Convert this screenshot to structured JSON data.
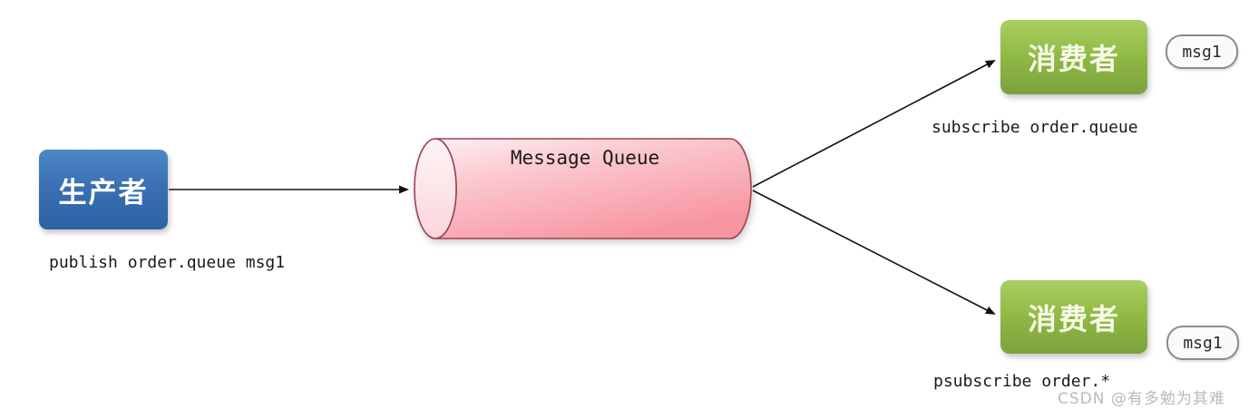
{
  "nodes": {
    "producer": {
      "label": "生产者",
      "caption": "publish order.queue msg1"
    },
    "queue": {
      "label": "Message Queue"
    },
    "consumer_top": {
      "label": "消费者",
      "badge": "msg1",
      "caption": "subscribe order.queue"
    },
    "consumer_bottom": {
      "label": "消费者",
      "badge": "msg1",
      "caption": "psubscribe order.*"
    }
  },
  "edges": [
    {
      "from": "producer",
      "to": "queue"
    },
    {
      "from": "queue",
      "to": "consumer_top"
    },
    {
      "from": "queue",
      "to": "consumer_bottom"
    }
  ],
  "watermark": "CSDN @有多勉为其难",
  "colors": {
    "producer_blue_top": "#4e88c7",
    "producer_blue_bottom": "#2d62a3",
    "consumer_green_top": "#abce62",
    "consumer_green_bottom": "#7ba13c",
    "queue_pink_light": "#fdeff2",
    "queue_pink_dark": "#f795a1",
    "queue_border": "#9c4352",
    "arrow": "#111111",
    "badge_border": "#8b8b8b",
    "watermark_gray": "#b7bbbf"
  }
}
